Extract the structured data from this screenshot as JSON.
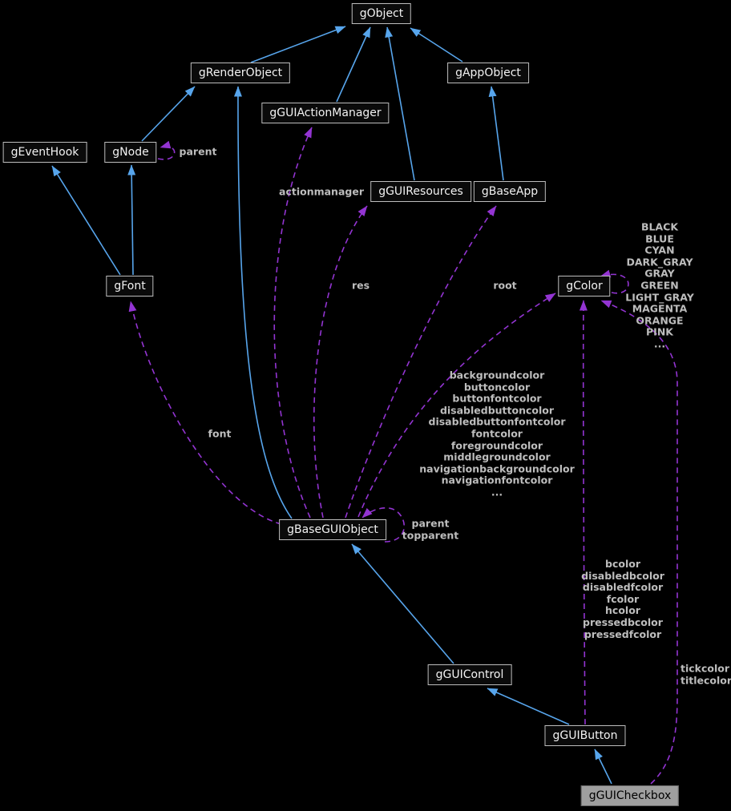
{
  "diagram_type": "class-collaboration-graph",
  "colors": {
    "bg": "#000000",
    "inherit": "#57a5ec",
    "usage": "#9334d2",
    "label": "#bdbdbd",
    "node-fill": "#0a0a0a",
    "node-border": "#bdbdbd",
    "node-text": "#f2f2f2",
    "focus-fill": "#9f9f9f",
    "focus-border": "#676767",
    "focus-text": "#000000"
  },
  "nodes": {
    "gobject": "gObject",
    "grenderobject": "gRenderObject",
    "gguiactionmanager": "gGUIActionManager",
    "gappobject": "gAppObject",
    "geventhook": "gEventHook",
    "gnode": "gNode",
    "gguiresources": "gGUIResources",
    "gbaseapp": "gBaseApp",
    "gfont": "gFont",
    "gcolor": "gColor",
    "gbaseguiobject": "gBaseGUIObject",
    "gguicontrol": "gGUIControl",
    "gguibutton": "gGUIButton",
    "gguicheckbox": "gGUICheckbox"
  },
  "edge_labels": {
    "node_self": "parent",
    "actionmanager": "actionmanager",
    "res": "res",
    "root": "root",
    "font": "font",
    "baseguiobject_colors": "backgroundcolor\nbuttoncolor\nbuttonfontcolor\ndisabledbuttoncolor\ndisabledbuttonfontcolor\nfontcolor\nforegroundcolor\nmiddlegroundcolor\nnavigationbackgroundcolor\nnavigationfontcolor\n...",
    "baseguiobject_self": "parent\ntopparent",
    "color_constants": "BLACK\nBLUE\nCYAN\nDARK_GRAY\nGRAY\nGREEN\nLIGHT_GRAY\nMAGENTA\nORANGE\nPINK\n...",
    "button_colors": "bcolor\ndisabledbcolor\ndisabledfcolor\nfcolor\nhcolor\npressedbcolor\npressedfcolor",
    "checkbox_colors": "tickcolor\ntitlecolor"
  },
  "relationships": [
    {
      "from": "gRenderObject",
      "to": "gObject",
      "type": "inheritance"
    },
    {
      "from": "gGUIActionManager",
      "to": "gObject",
      "type": "inheritance"
    },
    {
      "from": "gGUIResources",
      "to": "gObject",
      "type": "inheritance"
    },
    {
      "from": "gAppObject",
      "to": "gObject",
      "type": "inheritance"
    },
    {
      "from": "gBaseApp",
      "to": "gAppObject",
      "type": "inheritance"
    },
    {
      "from": "gNode",
      "to": "gRenderObject",
      "type": "inheritance"
    },
    {
      "from": "gFont",
      "to": "gEventHook",
      "type": "inheritance"
    },
    {
      "from": "gFont",
      "to": "gNode",
      "type": "inheritance"
    },
    {
      "from": "gBaseGUIObject",
      "to": "gRenderObject",
      "type": "inheritance"
    },
    {
      "from": "gGUIControl",
      "to": "gBaseGUIObject",
      "type": "inheritance"
    },
    {
      "from": "gGUIButton",
      "to": "gGUIControl",
      "type": "inheritance"
    },
    {
      "from": "gGUICheckbox",
      "to": "gGUIButton",
      "type": "inheritance"
    },
    {
      "from": "gNode",
      "to": "gNode",
      "type": "usage",
      "label": "parent"
    },
    {
      "from": "gBaseGUIObject",
      "to": "gGUIActionManager",
      "type": "usage",
      "label": "actionmanager"
    },
    {
      "from": "gBaseGUIObject",
      "to": "gGUIResources",
      "type": "usage",
      "label": "res"
    },
    {
      "from": "gBaseGUIObject",
      "to": "gBaseApp",
      "type": "usage",
      "label": "root"
    },
    {
      "from": "gBaseGUIObject",
      "to": "gFont",
      "type": "usage",
      "label": "font"
    },
    {
      "from": "gBaseGUIObject",
      "to": "gColor",
      "type": "usage",
      "label": "backgroundcolor buttoncolor buttonfontcolor disabledbuttoncolor disabledbuttonfontcolor fontcolor foregroundcolor middlegroundcolor navigationbackgroundcolor navigationfontcolor ..."
    },
    {
      "from": "gBaseGUIObject",
      "to": "gBaseGUIObject",
      "type": "usage",
      "label": "parent topparent"
    },
    {
      "from": "gColor",
      "to": "gColor",
      "type": "usage",
      "label": "BLACK BLUE CYAN DARK_GRAY GRAY GREEN LIGHT_GRAY MAGENTA ORANGE PINK ..."
    },
    {
      "from": "gGUIButton",
      "to": "gColor",
      "type": "usage",
      "label": "bcolor disabledbcolor disabledfcolor fcolor hcolor pressedbcolor pressedfcolor"
    },
    {
      "from": "gGUICheckbox",
      "to": "gColor",
      "type": "usage",
      "label": "tickcolor titlecolor"
    }
  ]
}
